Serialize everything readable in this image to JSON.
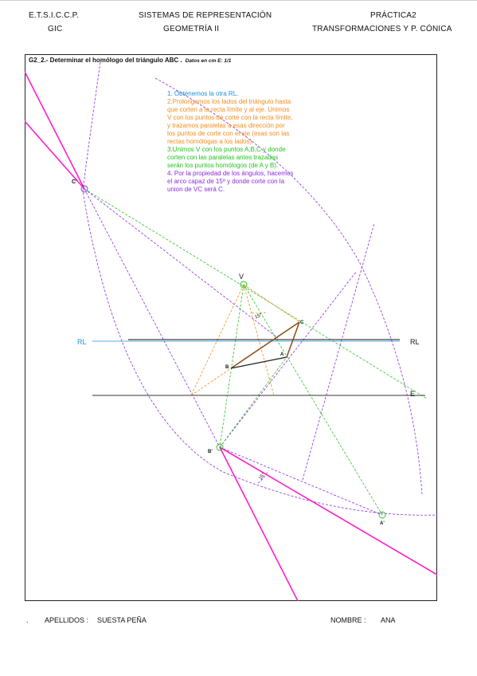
{
  "header": {
    "school_line1": "E.T.S.I.C.C.P.",
    "school_line2": "GIC",
    "subject_line1": "SISTEMAS DE REPRESENTACIÓN",
    "subject_line2": "GEOMETRÍA II",
    "practice_line1": "PRÁCTICA2",
    "practice_line2": "TRANSFORMACIONES Y P. CÓNICA"
  },
  "task": {
    "title": "G2_2.-  Determinar el homólogo del triángulo ABC .",
    "data_note": "Datos en cm E: 1/1"
  },
  "notes": {
    "step1": "1. Obtenemos  la otra RL.",
    "step2": "2.Prolongamos los lados del triángulo hasta que corten a la recta límite y al eje. Unimos V con los puntos de corte con la recta límite, y trazamos paralelas a esas dirección por los puntos de corte con el eje (esas son las rectas homólogas a los lados).",
    "step3": "3.Unimos V con los puntos A,B,C y donde corten con las paralelas antes trazadas serán los puntos homólogos (de A y B).",
    "step4": "4. Por la propiedad de los ángulos, hacemos el arco capaz de 15º y donde corte con la union de VC será C."
  },
  "labels": {
    "rl_left": "RL",
    "rl_right": "RL",
    "axis": "E",
    "v": "V",
    "a": "A",
    "b": "B",
    "c": "C",
    "c_prime": "C'",
    "b_prime": "B'",
    "a_prime": "A'",
    "angle_top": "15°",
    "angle_bottom": "15°"
  },
  "colors": {
    "limit_line": "#1a8fe0",
    "construction_orange": "#f28c1c",
    "construction_green": "#22c41e",
    "construction_purple": "#8a2be2",
    "result_magenta": "#ff1fc8",
    "triangle_brown": "#8b4a16"
  },
  "footer": {
    "dot": ".",
    "surname_label": "APELLIDOS :",
    "surname_value": "SUESTA PEÑA",
    "name_label": "NOMBRE :",
    "name_value": "ANA"
  }
}
